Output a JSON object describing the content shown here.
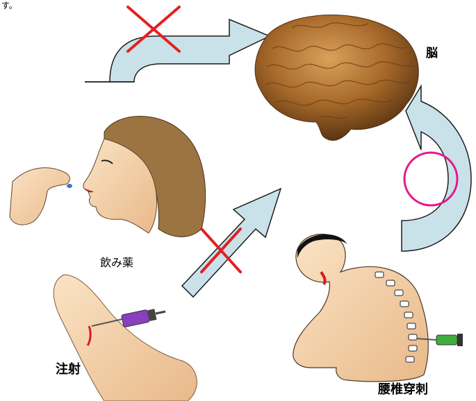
{
  "top_fragment": "す。",
  "labels": {
    "brain": "脳",
    "oral_medicine": "飲み薬",
    "injection": "注射",
    "lumbar_puncture": "腰椎穿刺"
  },
  "colors": {
    "arrow_fill": "#c9e2ea",
    "arrow_stroke": "#1b1b1b",
    "blocked_mark": "#e41f22",
    "highlight_ring": "#e8168a",
    "brain": "#a7692a",
    "skin": "#f6d3a8",
    "hair": "#9c7442"
  }
}
